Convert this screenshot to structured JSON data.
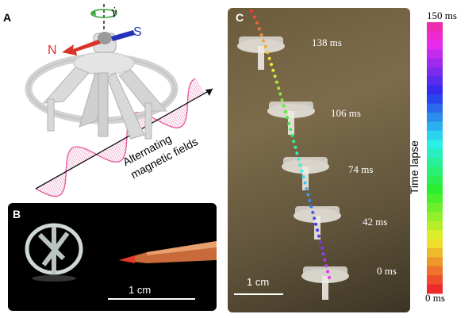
{
  "panel_a": {
    "letter": "A",
    "rotation_symbol": "γ̇",
    "north_label": "N",
    "south_label": "S",
    "field_label_line1": "Alternating",
    "field_label_line2": "magnetic fields",
    "colors": {
      "north": "#d9342b",
      "south": "#2233b8",
      "wave": "#e0529a"
    }
  },
  "panel_b": {
    "letter": "B",
    "scale_label": "1 cm"
  },
  "panel_c": {
    "letter": "C",
    "scale_label": "1 cm",
    "time_labels": [
      "138 ms",
      "106 ms",
      "74 ms",
      "42 ms",
      "0 ms"
    ]
  },
  "colorbar": {
    "top_label": "150 ms",
    "bottom_label": "0 ms",
    "axis_label": "Time lapse"
  }
}
